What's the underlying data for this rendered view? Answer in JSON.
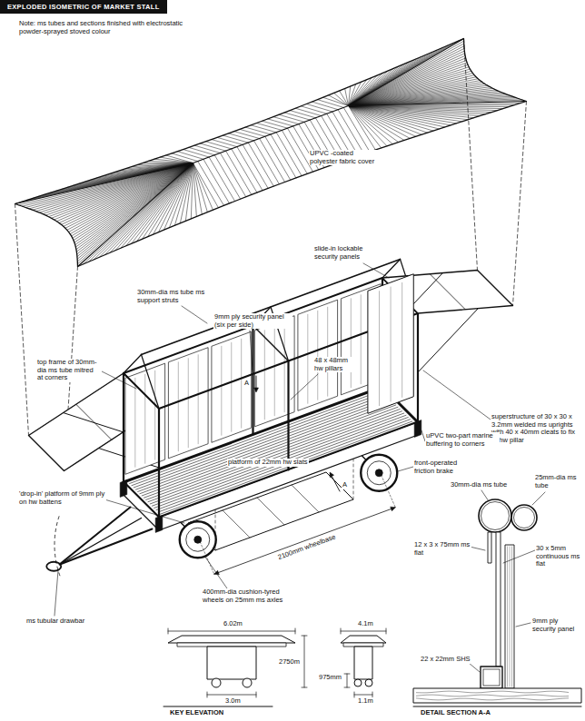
{
  "diagram": {
    "title": "EXPLODED ISOMETRIC OF MARKET STALL",
    "labels": [
      "Note: ms tubes and sections finished with electrostatic powder-sprayed stoved colour",
      "UPVC -coated polyester fabric cover",
      "slide-in lockable security panels",
      "30mm-dia ms tube ms support struts",
      "9mm ply security panel (six per side)",
      "48 x 48mm hw pillars",
      "top frame of 30mm-dia ms tube mitred at corners",
      "A",
      "A",
      "superstructure of 30 x 30 x 3.2mm welded ms uprights with 40 x 40mm cleats to fix to hw pillar",
      "platform of 22mm hw slats",
      "uPVC two-part marine buffering to corners",
      "front-operated friction brake",
      "30mm-dia ms tube",
      "25mm-dia ms tube",
      "12 x 3 x 75mm ms flat",
      "30 x 5mm continuous ms flat",
      "9mm ply security panel",
      "22 x 22mm SHS",
      "'drop-in' platform of 9mm ply on hw battens",
      "ms tubular drawbar",
      "2100mm wheelbase",
      "400mm-dia cushion-tyred wheels on 25mm ms axles",
      "6.02m",
      "4.1m",
      "2750m",
      "975mm",
      "3.0m",
      "1.1m",
      "KEY ELEVATION",
      "DETAIL SECTION A-A"
    ]
  }
}
